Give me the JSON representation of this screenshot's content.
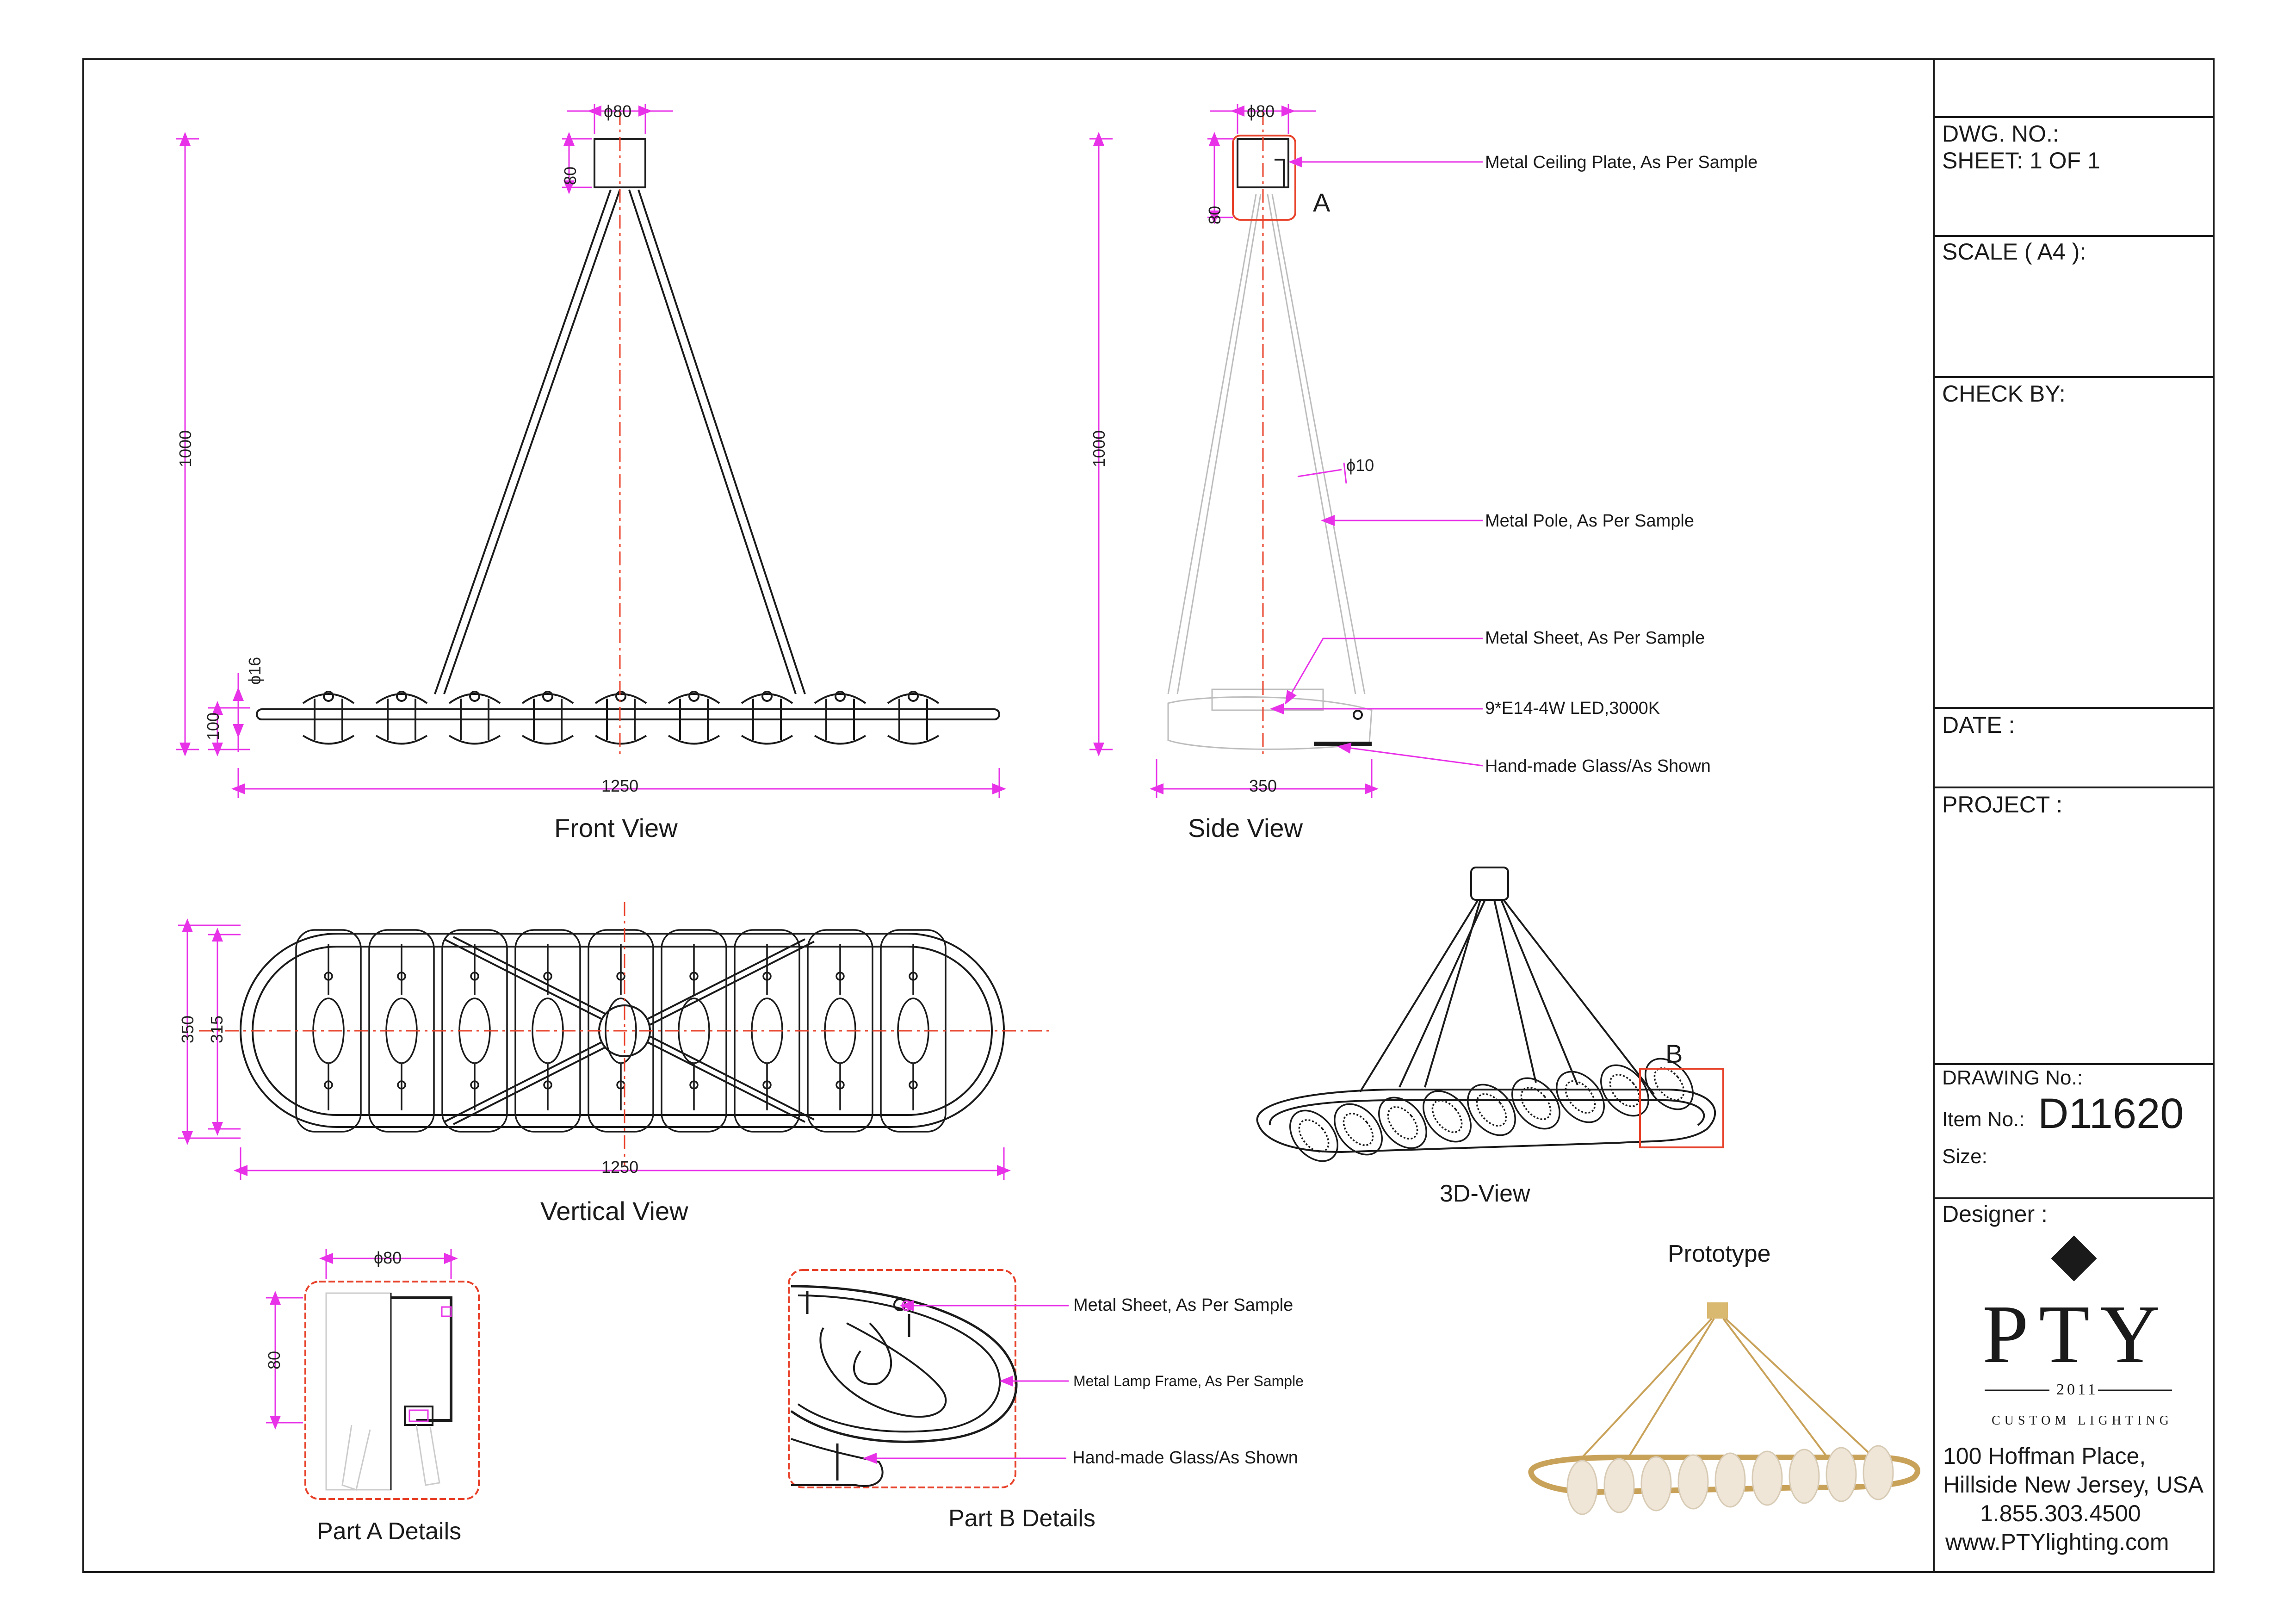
{
  "dimensions": {
    "front_top_dia": "ϕ80",
    "front_plate_h": "80",
    "front_total_h": "1000",
    "front_tube_dia": "ϕ16",
    "front_frame_h": "100",
    "front_width": "1250",
    "side_top_dia": "ϕ80",
    "side_plate_h": "80",
    "side_total_h": "1000",
    "side_pole_dia": "ϕ10",
    "side_width": "350",
    "vert_outer_h": "350",
    "vert_inner_h": "315",
    "vert_width": "1250",
    "partA_dia": "ϕ80",
    "partA_h": "80"
  },
  "callouts": {
    "A": "A",
    "B": "B"
  },
  "notes": {
    "ceiling_plate": "Metal Ceiling Plate, As Per Sample",
    "pole": "Metal Pole, As Per Sample",
    "sheet": "Metal Sheet, As Per Sample",
    "led": "9*E14-4W LED,3000K",
    "glass": "Hand-made Glass/As Shown",
    "b_sheet": "Metal Sheet, As Per Sample",
    "b_frame": "Metal Lamp Frame, As Per Sample",
    "b_glass": "Hand-made Glass/As Shown"
  },
  "views": {
    "front": "Front View",
    "side": "Side View",
    "vertical": "Vertical View",
    "three_d": "3D-View",
    "part_a": "Part A Details",
    "part_b": "Part B Details",
    "prototype": "Prototype"
  },
  "title_block": {
    "dwg_no": "DWG. NO.:",
    "sheet": "SHEET: 1 OF 1",
    "scale": "SCALE ( A4 ):",
    "check_by": "CHECK BY:",
    "date": "DATE :",
    "project": "PROJECT :",
    "drawing_no": "DRAWING No.:",
    "item_no_label": "Item No.:",
    "item_no": "D11620",
    "size": "Size:",
    "designer": "Designer :",
    "logo": "PTY",
    "logo_year": "2011",
    "logo_tag": "CUSTOM LIGHTING",
    "address1": "100 Hoffman Place,",
    "address2": "Hillside New Jersey, USA",
    "phone": "1.855.303.4500",
    "web": "www.PTYlighting.com"
  },
  "colors": {
    "dimension": "#e832e8",
    "callout": "#e8412a",
    "line": "#1a1a1a",
    "brass": "#c9a25a"
  }
}
